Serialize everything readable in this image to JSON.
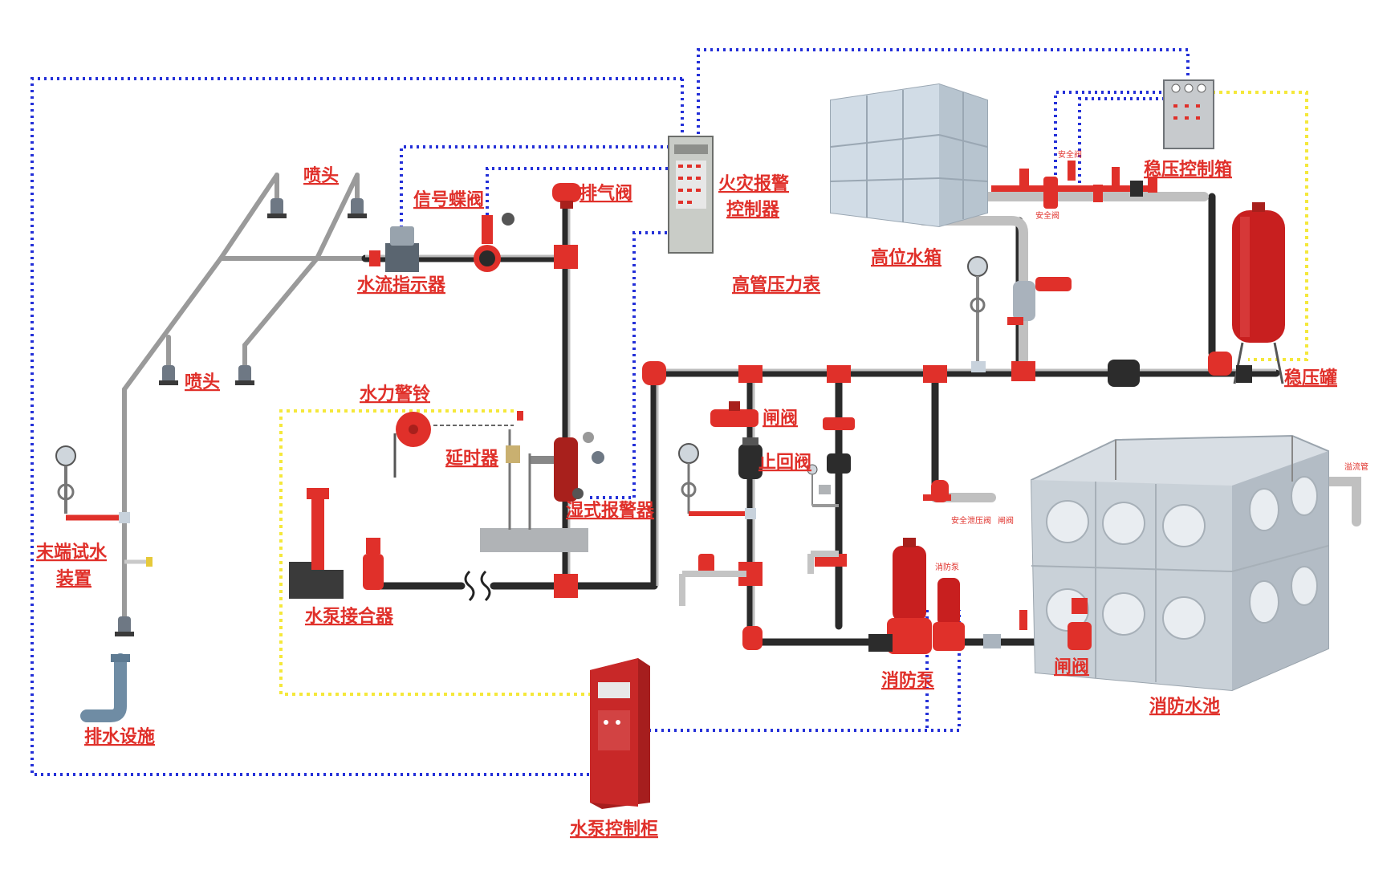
{
  "colors": {
    "red": "#e0302a",
    "dark_red": "#a8201c",
    "pipe_gray": "#b8b8b8",
    "pipe_dark": "#222222",
    "signal_blue": "#2430d8",
    "signal_yellow": "#f5e83a",
    "tank_steel": "#d4dde6"
  },
  "labels": {
    "sprinkler_top": "喷头",
    "signal_butterfly_valve": "信号蝶阀",
    "exhaust_valve": "排气阀",
    "fire_alarm_controller_1": "火灾报警",
    "fire_alarm_controller_2": "控制器",
    "water_flow_indicator": "水流指示器",
    "high_pipe_pressure_gauge": "高管压力表",
    "high_tank": "高位水箱",
    "stabilizer_control_box": "稳压控制箱",
    "stabilizer_tank": "稳压罐",
    "sprinkler_lower": "喷头",
    "water_alarm_bell": "水力警铃",
    "delay_device": "延时器",
    "gate_valve": "闸阀",
    "check_valve": "止回阀",
    "wet_alarm_valve": "湿式报警器",
    "end_test_device_1": "末端试水",
    "end_test_device_2": "装置",
    "pump_adapter": "水泵接合器",
    "fire_pump": "消防泵",
    "gate_valve_2": "闸阀",
    "fire_pool": "消防水池",
    "drainage": "排水设施",
    "pump_control_cabinet": "水泵控制柜"
  },
  "small_labels": {
    "safety_valve": "安全阀",
    "pump_small": "消防泵",
    "safety_relief": "安全泄压阀",
    "valve_small": "闸阀",
    "overflow": "溢流管",
    "level_valve": "安全阀"
  }
}
